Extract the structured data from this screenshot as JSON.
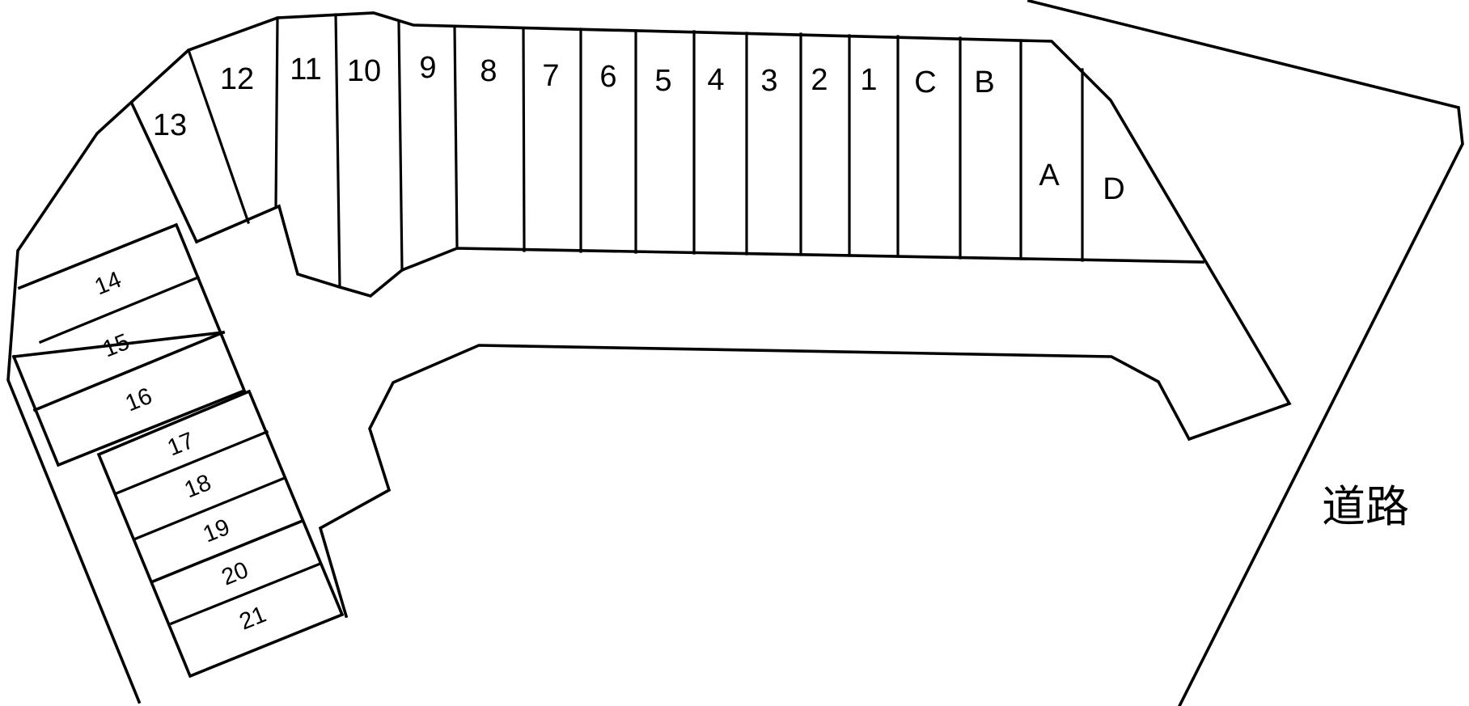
{
  "top_row_labels": [
    "13",
    "12",
    "11",
    "10",
    "9",
    "8",
    "7",
    "6",
    "5",
    "4",
    "3",
    "2",
    "1",
    "C",
    "B",
    "A",
    "D"
  ],
  "left_column_labels": [
    "14",
    "15",
    "16",
    "17",
    "18",
    "19",
    "20",
    "21"
  ],
  "road_label": "道路"
}
